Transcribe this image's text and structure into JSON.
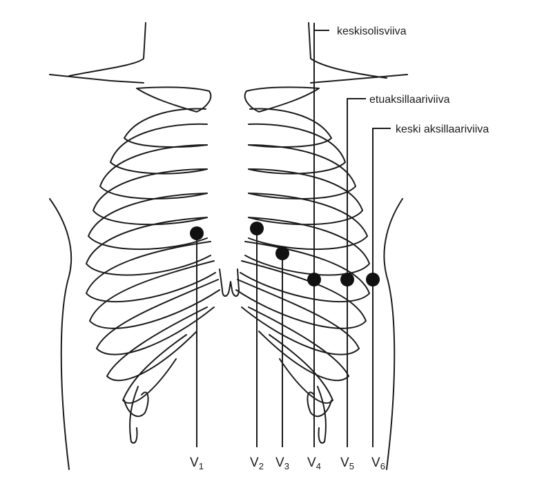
{
  "diagram": {
    "reference_lines": [
      {
        "id": "midclavicular",
        "label": "keskisolisviiva"
      },
      {
        "id": "anterior-axillary",
        "label": "etuaksillaariviiva"
      },
      {
        "id": "mid-axillary",
        "label": "keski aksillaariviiva"
      }
    ],
    "leads": [
      {
        "id": "v1",
        "letter": "V",
        "sub": "1"
      },
      {
        "id": "v2",
        "letter": "V",
        "sub": "2"
      },
      {
        "id": "v3",
        "letter": "V",
        "sub": "3"
      },
      {
        "id": "v4",
        "letter": "V",
        "sub": "4"
      },
      {
        "id": "v5",
        "letter": "V",
        "sub": "5"
      },
      {
        "id": "v6",
        "letter": "V",
        "sub": "6"
      }
    ],
    "colors": {
      "ink": "#1a1a1a",
      "electrode": "#111111",
      "background": "#ffffff"
    }
  }
}
